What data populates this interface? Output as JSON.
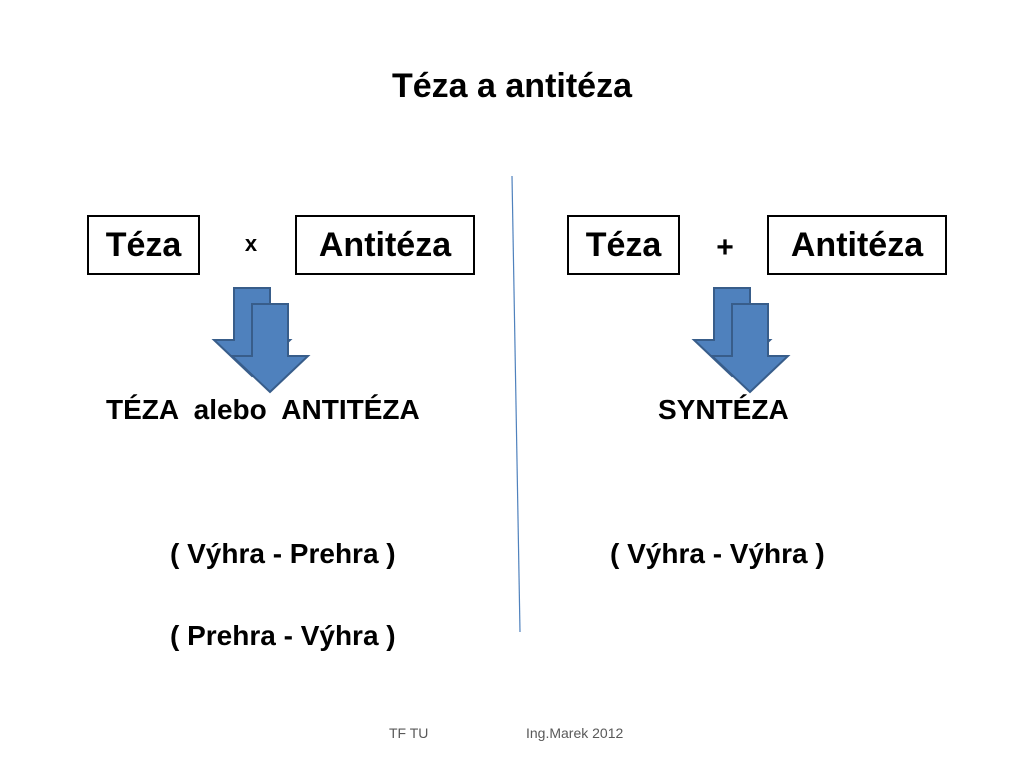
{
  "slide": {
    "title": "Téza a antitéza"
  },
  "left": {
    "thesis_label": "Téza",
    "operator": "x",
    "antithesis_label": "Antitéza",
    "result": "TÉZA  alebo  ANTITÉZA",
    "outcome_1": "( Výhra - Prehra )",
    "outcome_2": "( Prehra - Výhra )"
  },
  "right": {
    "thesis_label": "Téza",
    "operator": "+",
    "antithesis_label": "Antitéza",
    "result": "SYNTÉZA",
    "outcome_1": "( Výhra - Výhra )"
  },
  "footer": {
    "institution": "TF TU",
    "author": "Ing.Marek 2012"
  },
  "colors": {
    "arrow_fill": "#4f81bd",
    "arrow_stroke": "#385d8a",
    "divider": "#4f81bd"
  }
}
